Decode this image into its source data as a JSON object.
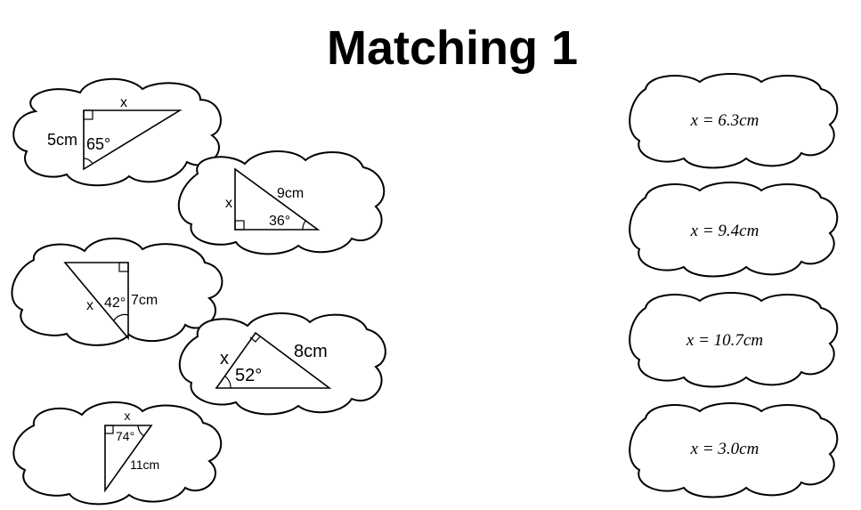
{
  "title": "Matching 1",
  "triangles": [
    {
      "labels": [
        "x",
        "5cm",
        "65°"
      ]
    },
    {
      "labels": [
        "x",
        "9cm",
        "36°"
      ]
    },
    {
      "labels": [
        "x",
        "42°",
        "7cm"
      ]
    },
    {
      "labels": [
        "x",
        "8cm",
        "52°"
      ]
    },
    {
      "labels": [
        "x",
        "74°",
        "11cm"
      ]
    }
  ],
  "answers": [
    {
      "text": "x = 6.3cm"
    },
    {
      "text": "x = 9.4cm"
    },
    {
      "text": "x = 10.7cm"
    },
    {
      "text": "x = 3.0cm"
    }
  ]
}
